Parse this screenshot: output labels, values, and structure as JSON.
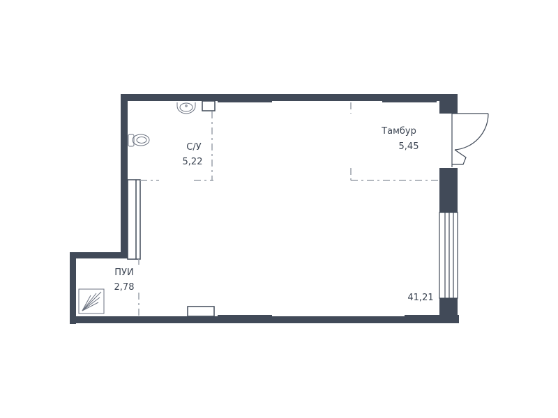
{
  "colors": {
    "wall": "#414a58",
    "partition": "#5f6774",
    "dash": "#9aa1aa",
    "fixture": "#6b7280",
    "text": "#3b4452"
  },
  "rooms": {
    "bathroom": {
      "name": "С/У",
      "area": "5,22"
    },
    "vestibule": {
      "name": "Тамбур",
      "area": "5,45"
    },
    "utility": {
      "name": "ПУИ",
      "area": "2,78"
    },
    "main": {
      "area": "41,21"
    }
  },
  "icons": {
    "sink": "sink-icon",
    "toilet": "toilet-icon",
    "shower": "shower-tray-icon",
    "door": "entrance-door-icon"
  }
}
